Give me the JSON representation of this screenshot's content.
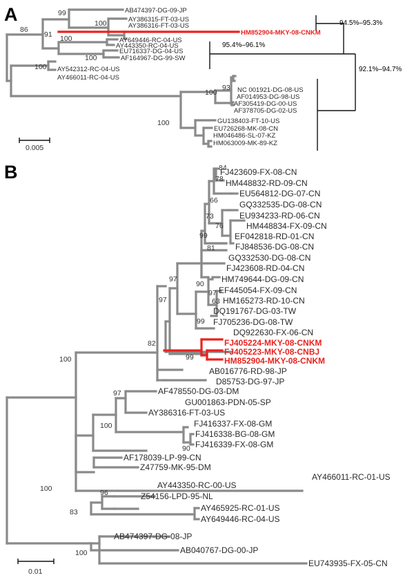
{
  "panel_a": {
    "label": "A",
    "taxa": [
      "AB474397-DG-09-JP",
      "AY386315-FT-03-US",
      "AY386316-FT-03-US",
      "HM852904-MKY-08-CNKM",
      "AY649446-RC-04-US",
      "AY443350-RC-04-US",
      "EU716337-DG-04-US",
      "AF164967-DG-99-SW",
      "AY542312-RC-04-US",
      "AY466011-RC-04-US",
      "NC 001921-DG-08-US",
      "AF014953-DG-98-US",
      "AF305419-DG-00-US",
      "AF378705-DG-02-US",
      "GU138403-FT-10-US",
      "EU726268-MK-08-CN",
      "HM046486-SL-07-KZ",
      "HM063009-MK-89-KZ"
    ],
    "bootstrap": [
      "99",
      "100",
      "91",
      "86",
      "100",
      "100",
      "100",
      "100",
      "93",
      "100"
    ],
    "identity": [
      "94.5%–95.3%",
      "95.4%–96.1%",
      "92.1%–94.7%"
    ],
    "scale": "0.005"
  },
  "panel_b": {
    "label": "B",
    "taxa": [
      "FJ423609-FX-08-CN",
      "HM448832-RD-09-CN",
      "EU564812-DG-07-CN",
      "GQ332535-DG-08-CN",
      "EU934233-RD-06-CN",
      "HM448834-FX-09-CN",
      "EF042818-RD-01-CN",
      "FJ848536-DG-08-CN",
      "GQ332530-DG-08-CN",
      "FJ423608-RD-04-CN",
      "HM749644-DG-09-CN",
      "EF445054-FX-09-CN",
      "HM165273-RD-10-CN",
      "DQ191767-DG-03-TW",
      "FJ705236-DG-08-TW",
      "DQ922630-FX-06-CN",
      "FJ405224-MKY-08-CNKM",
      "FJ405223-MKY-08-CNBJ",
      "HM852904-MKY-08-CNKM",
      "AB016776-RD-98-JP",
      "D85753-DG-97-JP",
      "AF478550-DG-03-DM",
      "GU001863-PDN-05-SP",
      "AY386316-FT-03-US",
      "FJ416337-FX-08-GM",
      "FJ416338-BG-08-GM",
      "FJ416339-FX-08-GM",
      "AF178039-LP-99-CN",
      "Z47759-MK-95-DM",
      "AY466011-RC-01-US",
      "AY443350-RC-00-US",
      "Z54156-LPD-95-NL",
      "AY465925-RC-01-US",
      "AY649446-RC-04-US",
      "AB474397-DG-08-JP",
      "AB040767-DG-00-JP",
      "EU743935-FX-05-CN"
    ],
    "bootstrap": [
      "84",
      "78",
      "66",
      "73",
      "76",
      "99",
      "81",
      "97",
      "90",
      "97",
      "63",
      "97",
      "99",
      "82",
      "99",
      "100",
      "97",
      "100",
      "90",
      "100",
      "96",
      "83",
      "100"
    ],
    "scale": "0.01"
  },
  "colors": {
    "branch": "#8a8a8a",
    "highlight": "#e8231f",
    "bracket": "#111111"
  }
}
